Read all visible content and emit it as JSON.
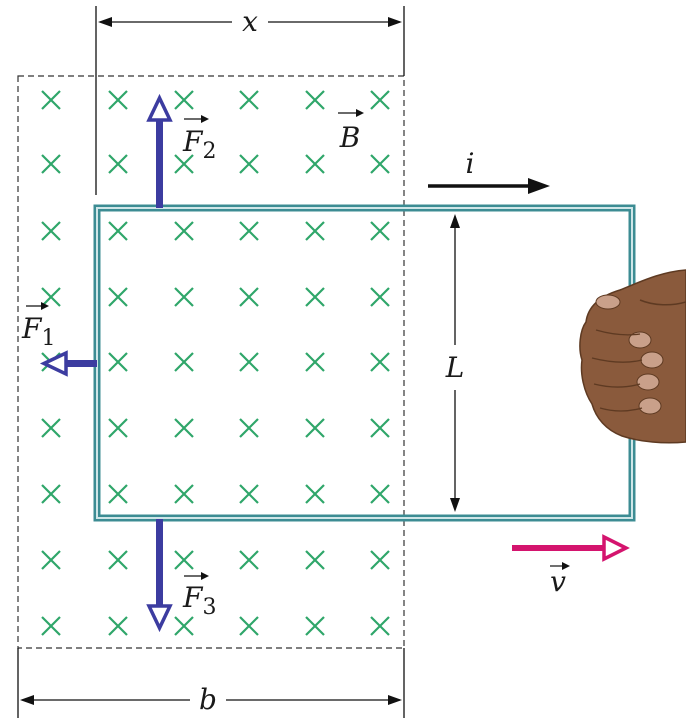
{
  "labels": {
    "x": "x",
    "b": "b",
    "L": "L",
    "i": "i",
    "v": "v",
    "B": "B",
    "F1": "F",
    "F1_sub": "1",
    "F2": "F",
    "F2_sub": "2",
    "F3": "F",
    "F3_sub": "3"
  },
  "field": {
    "symbol": "×",
    "rows": 9,
    "cols": 6
  },
  "colors": {
    "field_x": "#2fa66a",
    "wire": "#3c8c93",
    "wire_inner": "#cfe6e8",
    "force": "#3c3ca0",
    "velocity": "#d4146e",
    "dashed": "#333333",
    "hand": "#8a5a3c"
  },
  "icons": {
    "hand": "hand-gripping-icon"
  }
}
